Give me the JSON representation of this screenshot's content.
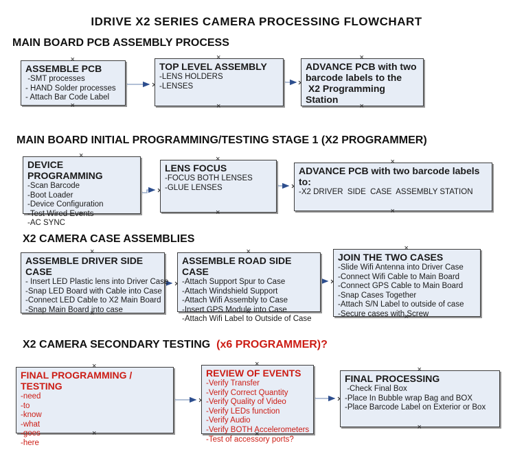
{
  "title": "IDRIVE X2  SERIES CAMERA PROCESSING FLOWCHART",
  "colors": {
    "box_fill": "#e7edf6",
    "box_border": "#3c3c3c",
    "arrow_line": "#98abc8",
    "arrow_head": "#2d4e8e",
    "accent_red": "#cc1d15"
  },
  "sections": [
    {
      "heading": "MAIN BOARD PCB ASSEMBLY PROCESS",
      "boxes": [
        {
          "title": "ASSEMBLE PCB",
          "lines": [
            " -SMT processes",
            "- HAND Solder processes",
            "- Attach Bar Code Label"
          ]
        },
        {
          "title": "TOP LEVEL ASSEMBLY",
          "lines": [
            "-LENS HOLDERS",
            "-LENSES"
          ]
        },
        {
          "title": "ADVANCE PCB with two\nbarcode labels to the\n X2 Programming Station",
          "lines": []
        }
      ]
    },
    {
      "heading": "MAIN BOARD INITIAL PROGRAMMING/TESTING STAGE 1 (X2 PROGRAMMER)",
      "boxes": [
        {
          "title": "DEVICE PROGRAMMING",
          "lines": [
            "-Scan Barcode",
            "-Boot Loader",
            "-Device Configuration",
            "-Test Wired Events",
            "-AC SYNC"
          ]
        },
        {
          "title": "LENS FOCUS",
          "lines": [
            "-FOCUS BOTH LENSES",
            "-GLUE LENSES"
          ]
        },
        {
          "title": "ADVANCE PCB with two barcode labels to:",
          "lines": [
            "-X2 DRIVER  SIDE  CASE  ASSEMBLY STATION"
          ]
        }
      ]
    },
    {
      "heading": "X2 CAMERA CASE ASSEMBLIES",
      "boxes": [
        {
          "title": "ASSEMBLE DRIVER SIDE CASE",
          "lines": [
            "- Insert LED Plastic lens into Driver Case",
            "-Snap LED Board with Cable into Case",
            "-Connect LED Cable to X2 Main Board",
            "-Snap Main Board into case"
          ]
        },
        {
          "title": "ASSEMBLE ROAD SIDE CASE",
          "lines": [
            "-Attach Support Spur to Case",
            "-Attach Windshield Support",
            "-Attach Wifi Assembly to Case",
            "-Insert GPS Module into Case",
            "-Attach Wifi Label to Outside of Case"
          ]
        },
        {
          "title": "JOIN THE TWO CASES",
          "lines": [
            "-Slide Wifi Antenna into Driver Case",
            "-Connect Wifi Cable to Main Board",
            "-Connect GPS Cable to Main Board",
            "-Snap Cases Together",
            "-Attach S/N Label to outside of case",
            "-Secure cases with Screw"
          ]
        }
      ]
    },
    {
      "heading": "X2 CAMERA SECONDARY TESTING ",
      "heading_suffix": " (x6 PROGRAMMER)?",
      "boxes": [
        {
          "title": "FINAL PROGRAMMING / TESTING",
          "lines": [
            "-need",
            "-to",
            "-know",
            "-what",
            "-goes",
            "-here"
          ]
        },
        {
          "title": "REVIEW OF EVENTS",
          "lines": [
            "-Verify Transfer",
            "-Verify Correct Quantity",
            "-Verify Quality of Video",
            "-Verify LEDs function",
            "-Verify Audio",
            "-Verify BOTH Accelerometers",
            "-Test of accessory ports?"
          ]
        },
        {
          "title": "FINAL PROCESSING",
          "lines": [
            " -Check Final Box",
            "-Place In Bubble wrap Bag and BOX",
            "-Place Barcode Label on Exterior or Box"
          ]
        }
      ]
    }
  ]
}
